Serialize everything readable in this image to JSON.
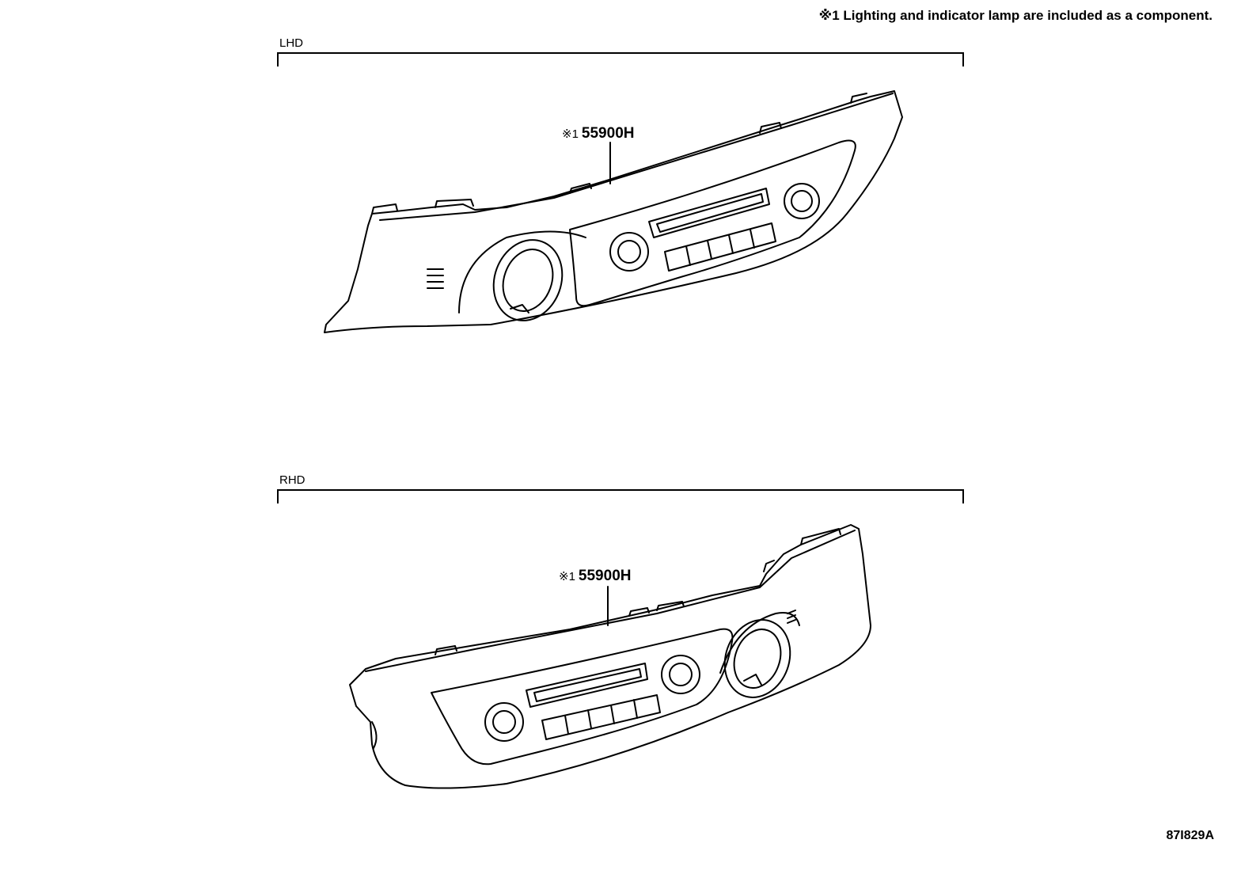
{
  "note": {
    "text": "※1 Lighting and indicator lamp are included as a component."
  },
  "sections": [
    {
      "label": "LHD",
      "callout_mark": "※1",
      "part_number": "55900H"
    },
    {
      "label": "RHD",
      "callout_mark": "※1",
      "part_number": "55900H"
    }
  ],
  "figure_id": "87I829A"
}
